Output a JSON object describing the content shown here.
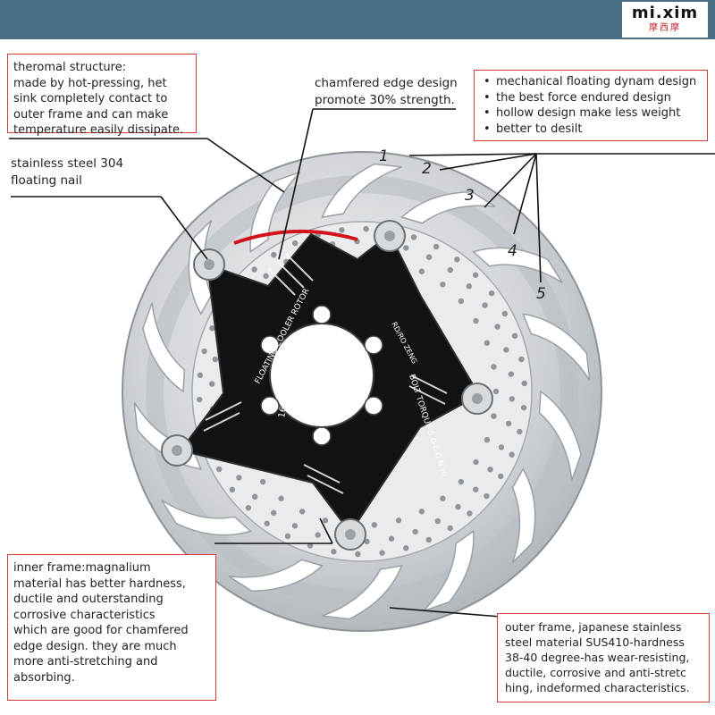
{
  "logo": {
    "name": "mi.xim",
    "sub": "摩西摩",
    "accent_color": "#c0282c"
  },
  "callouts": {
    "thermal": [
      "theromal structure:",
      "made by hot-pressing, het",
      "sink completely contact to",
      "outer frame and can make",
      "temperature easily dissipate."
    ],
    "chamfer": [
      "chamfered edge design",
      "promote 30% strength."
    ],
    "mechanical": [
      "mechanical floating dynam design",
      "the best force endured design",
      "hollow design make less weight",
      "better to desilt"
    ],
    "nail": [
      "stainless steel 304",
      "floating nail"
    ],
    "inner": [
      "inner frame:magnalium",
      "material has better hardness,",
      "ductile and outerstanding",
      "corrosive characteristics",
      "which are good for chamfered",
      "edge design. they are much",
      "more anti-stretching and",
      "absorbing."
    ],
    "outer": [
      "outer frame, japanese stainless",
      "steel material SUS410-hardness",
      "38-40 degree-has wear-resisting,",
      "ductile, corrosive and  anti-stretc",
      "hing, indeformed characteristics."
    ]
  },
  "numbers": [
    "1",
    "2",
    "3",
    "4",
    "5"
  ],
  "rotor": {
    "text_floating": "FLOATING COOLER ROTOR",
    "text_size": "160mm",
    "text_torque": "BOLT TORQUE 5.0-6.0 N.m",
    "text_brand": "RD/RO ZENG"
  },
  "colors": {
    "box_border": "#d43b3b",
    "header_bar": "#4a6d86",
    "spider": "#101214",
    "steel": "#c9cdd1",
    "red_edge": "#d0141a"
  }
}
